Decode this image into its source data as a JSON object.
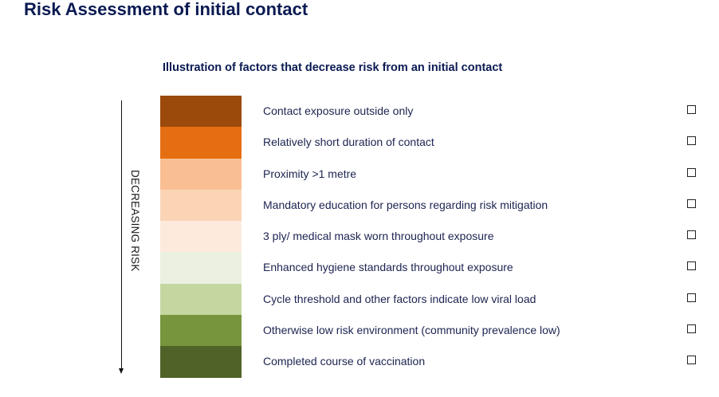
{
  "title": "Risk Assessment of initial contact",
  "subtitle": "Illustration of factors that decrease risk from an initial contact",
  "axis_label": "DECREASING RISK",
  "factors": [
    {
      "label": "Contact exposure outside only",
      "color": "#9b4a0b",
      "checked": false
    },
    {
      "label": "Relatively short duration of contact",
      "color": "#e66e12",
      "checked": false
    },
    {
      "label": "Proximity >1 metre",
      "color": "#f9bf93",
      "checked": false
    },
    {
      "label": "Mandatory education for persons regarding risk mitigation",
      "color": "#fbd4b6",
      "checked": false
    },
    {
      "label": "3 ply/ medical mask worn throughout exposure",
      "color": "#fdeadc",
      "checked": false
    },
    {
      "label": "Enhanced hygiene standards throughout exposure",
      "color": "#ebf0e0",
      "checked": false
    },
    {
      "label": "Cycle threshold and other factors indicate low viral load",
      "color": "#c4d7a0",
      "checked": false
    },
    {
      "label": "Otherwise low risk environment (community prevalence low)",
      "color": "#77953d",
      "checked": false
    },
    {
      "label": "Completed course of vaccination",
      "color": "#4f6328",
      "checked": false
    }
  ]
}
